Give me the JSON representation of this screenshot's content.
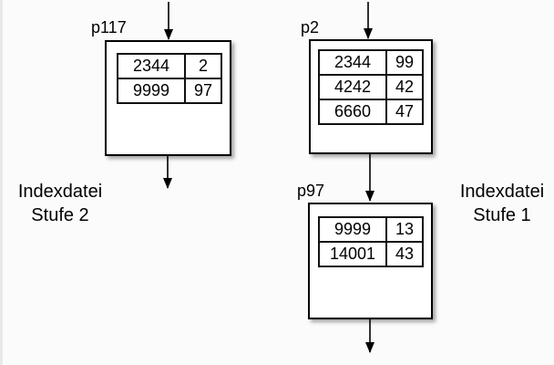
{
  "canvas": {
    "background": "#fbfbfb",
    "ink": "#000000",
    "box_fill": "#ffffff",
    "shadow": "rgba(0,0,0,0.35)"
  },
  "left_caption": {
    "line1": "Indexdatei",
    "line2": "Stufe 2"
  },
  "right_caption": {
    "line1": "Indexdatei",
    "line2": "Stufe 1"
  },
  "nodes": [
    {
      "id": "p117",
      "label": "p117",
      "rows": [
        [
          "2344",
          "2"
        ],
        [
          "9999",
          "97"
        ]
      ]
    },
    {
      "id": "p2",
      "label": "p2",
      "rows": [
        [
          "2344",
          "99"
        ],
        [
          "4242",
          "42"
        ],
        [
          "6660",
          "47"
        ]
      ]
    },
    {
      "id": "p97",
      "label": "p97",
      "rows": [
        [
          "9999",
          "13"
        ],
        [
          "14001",
          "43"
        ]
      ]
    }
  ]
}
